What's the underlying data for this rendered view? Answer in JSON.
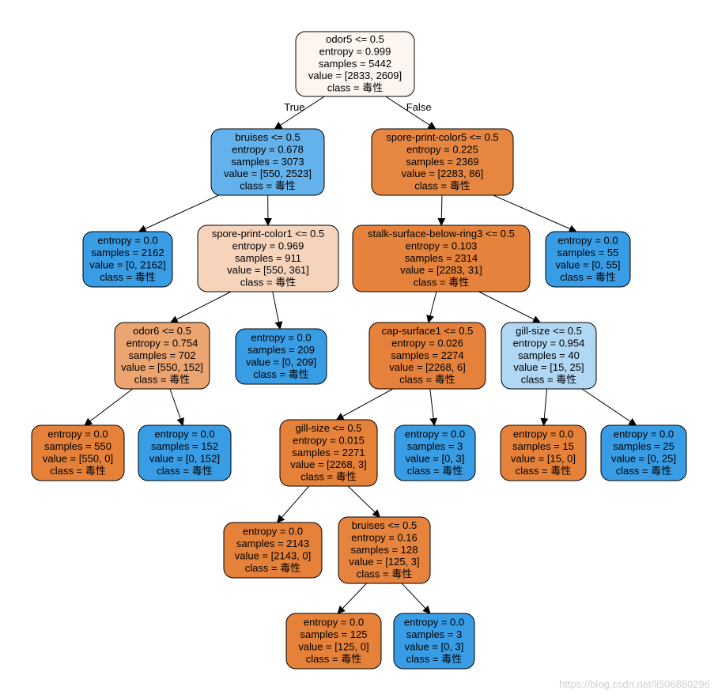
{
  "nodes": [
    {
      "id": "n0",
      "lines": [
        "odor5 <= 0.5",
        "entropy = 0.999",
        "samples = 5442",
        "value = [2833, 2609]",
        "class = 毒性"
      ],
      "fill": "#fdf5ef"
    },
    {
      "id": "n1",
      "lines": [
        "bruises <= 0.5",
        "entropy = 0.678",
        "samples = 3073",
        "value = [550, 2523]",
        "class = 毒性"
      ],
      "fill": "#64b2eb"
    },
    {
      "id": "n2",
      "lines": [
        "spore-print-color5 <= 0.5",
        "entropy = 0.225",
        "samples = 2369",
        "value = [2283, 86]",
        "class = 毒性"
      ],
      "fill": "#e68640"
    },
    {
      "id": "n3",
      "lines": [
        "entropy = 0.0",
        "samples = 2162",
        "value = [0, 2162]",
        "class = 毒性"
      ],
      "fill": "#399de5"
    },
    {
      "id": "n4",
      "lines": [
        "spore-print-color1 <= 0.5",
        "entropy = 0.969",
        "samples = 911",
        "value = [550, 361]",
        "class = 毒性"
      ],
      "fill": "#f6d4bb"
    },
    {
      "id": "n5",
      "lines": [
        "stalk-surface-below-ring3 <= 0.5",
        "entropy = 0.103",
        "samples = 2314",
        "value = [2283, 31]",
        "class = 毒性"
      ],
      "fill": "#e5833c"
    },
    {
      "id": "n6",
      "lines": [
        "entropy = 0.0",
        "samples = 55",
        "value = [0, 55]",
        "class = 毒性"
      ],
      "fill": "#399de5"
    },
    {
      "id": "n7",
      "lines": [
        "odor6 <= 0.5",
        "entropy = 0.754",
        "samples = 702",
        "value = [550, 152]",
        "class = 毒性"
      ],
      "fill": "#eca470"
    },
    {
      "id": "n8",
      "lines": [
        "entropy = 0.0",
        "samples = 209",
        "value = [0, 209]",
        "class = 毒性"
      ],
      "fill": "#399de5"
    },
    {
      "id": "n9",
      "lines": [
        "cap-surface1 <= 0.5",
        "entropy = 0.026",
        "samples = 2274",
        "value = [2268, 6]",
        "class = 毒性"
      ],
      "fill": "#e5813a"
    },
    {
      "id": "n10",
      "lines": [
        "gill-size <= 0.5",
        "entropy = 0.954",
        "samples = 40",
        "value = [15, 25]",
        "class = 毒性"
      ],
      "fill": "#b0d8f5"
    },
    {
      "id": "n11",
      "lines": [
        "entropy = 0.0",
        "samples = 550",
        "value = [550, 0]",
        "class = 毒性"
      ],
      "fill": "#e58139"
    },
    {
      "id": "n12",
      "lines": [
        "entropy = 0.0",
        "samples = 152",
        "value = [0, 152]",
        "class = 毒性"
      ],
      "fill": "#399de5"
    },
    {
      "id": "n13",
      "lines": [
        "gill-size <= 0.5",
        "entropy = 0.015",
        "samples = 2271",
        "value = [2268, 3]",
        "class = 毒性"
      ],
      "fill": "#e58139"
    },
    {
      "id": "n14",
      "lines": [
        "entropy = 0.0",
        "samples = 3",
        "value = [0, 3]",
        "class = 毒性"
      ],
      "fill": "#399de5"
    },
    {
      "id": "n15",
      "lines": [
        "entropy = 0.0",
        "samples = 15",
        "value = [15, 0]",
        "class = 毒性"
      ],
      "fill": "#e58139"
    },
    {
      "id": "n16",
      "lines": [
        "entropy = 0.0",
        "samples = 25",
        "value = [0, 25]",
        "class = 毒性"
      ],
      "fill": "#399de5"
    },
    {
      "id": "n17",
      "lines": [
        "entropy = 0.0",
        "samples = 2143",
        "value = [2143, 0]",
        "class = 毒性"
      ],
      "fill": "#e58139"
    },
    {
      "id": "n18",
      "lines": [
        "bruises <= 0.5",
        "entropy = 0.16",
        "samples = 128",
        "value = [125, 3]",
        "class = 毒性"
      ],
      "fill": "#e6843e"
    },
    {
      "id": "n19",
      "lines": [
        "entropy = 0.0",
        "samples = 125",
        "value = [125, 0]",
        "class = 毒性"
      ],
      "fill": "#e58139"
    },
    {
      "id": "n20",
      "lines": [
        "entropy = 0.0",
        "samples = 3",
        "value = [0, 3]",
        "class = 毒性"
      ],
      "fill": "#399de5"
    }
  ],
  "edges": [
    {
      "from": "n0",
      "to": "n1",
      "label": "True"
    },
    {
      "from": "n0",
      "to": "n2",
      "label": "False"
    },
    {
      "from": "n1",
      "to": "n3",
      "label": ""
    },
    {
      "from": "n1",
      "to": "n4",
      "label": ""
    },
    {
      "from": "n2",
      "to": "n5",
      "label": ""
    },
    {
      "from": "n2",
      "to": "n6",
      "label": ""
    },
    {
      "from": "n4",
      "to": "n7",
      "label": ""
    },
    {
      "from": "n4",
      "to": "n8",
      "label": ""
    },
    {
      "from": "n5",
      "to": "n9",
      "label": ""
    },
    {
      "from": "n5",
      "to": "n10",
      "label": ""
    },
    {
      "from": "n7",
      "to": "n11",
      "label": ""
    },
    {
      "from": "n7",
      "to": "n12",
      "label": ""
    },
    {
      "from": "n9",
      "to": "n13",
      "label": ""
    },
    {
      "from": "n9",
      "to": "n14",
      "label": ""
    },
    {
      "from": "n10",
      "to": "n15",
      "label": ""
    },
    {
      "from": "n10",
      "to": "n16",
      "label": ""
    },
    {
      "from": "n13",
      "to": "n17",
      "label": ""
    },
    {
      "from": "n13",
      "to": "n18",
      "label": ""
    },
    {
      "from": "n18",
      "to": "n19",
      "label": ""
    },
    {
      "from": "n18",
      "to": "n20",
      "label": ""
    }
  ],
  "watermark": "https://blog.csdn.net/li506880296"
}
